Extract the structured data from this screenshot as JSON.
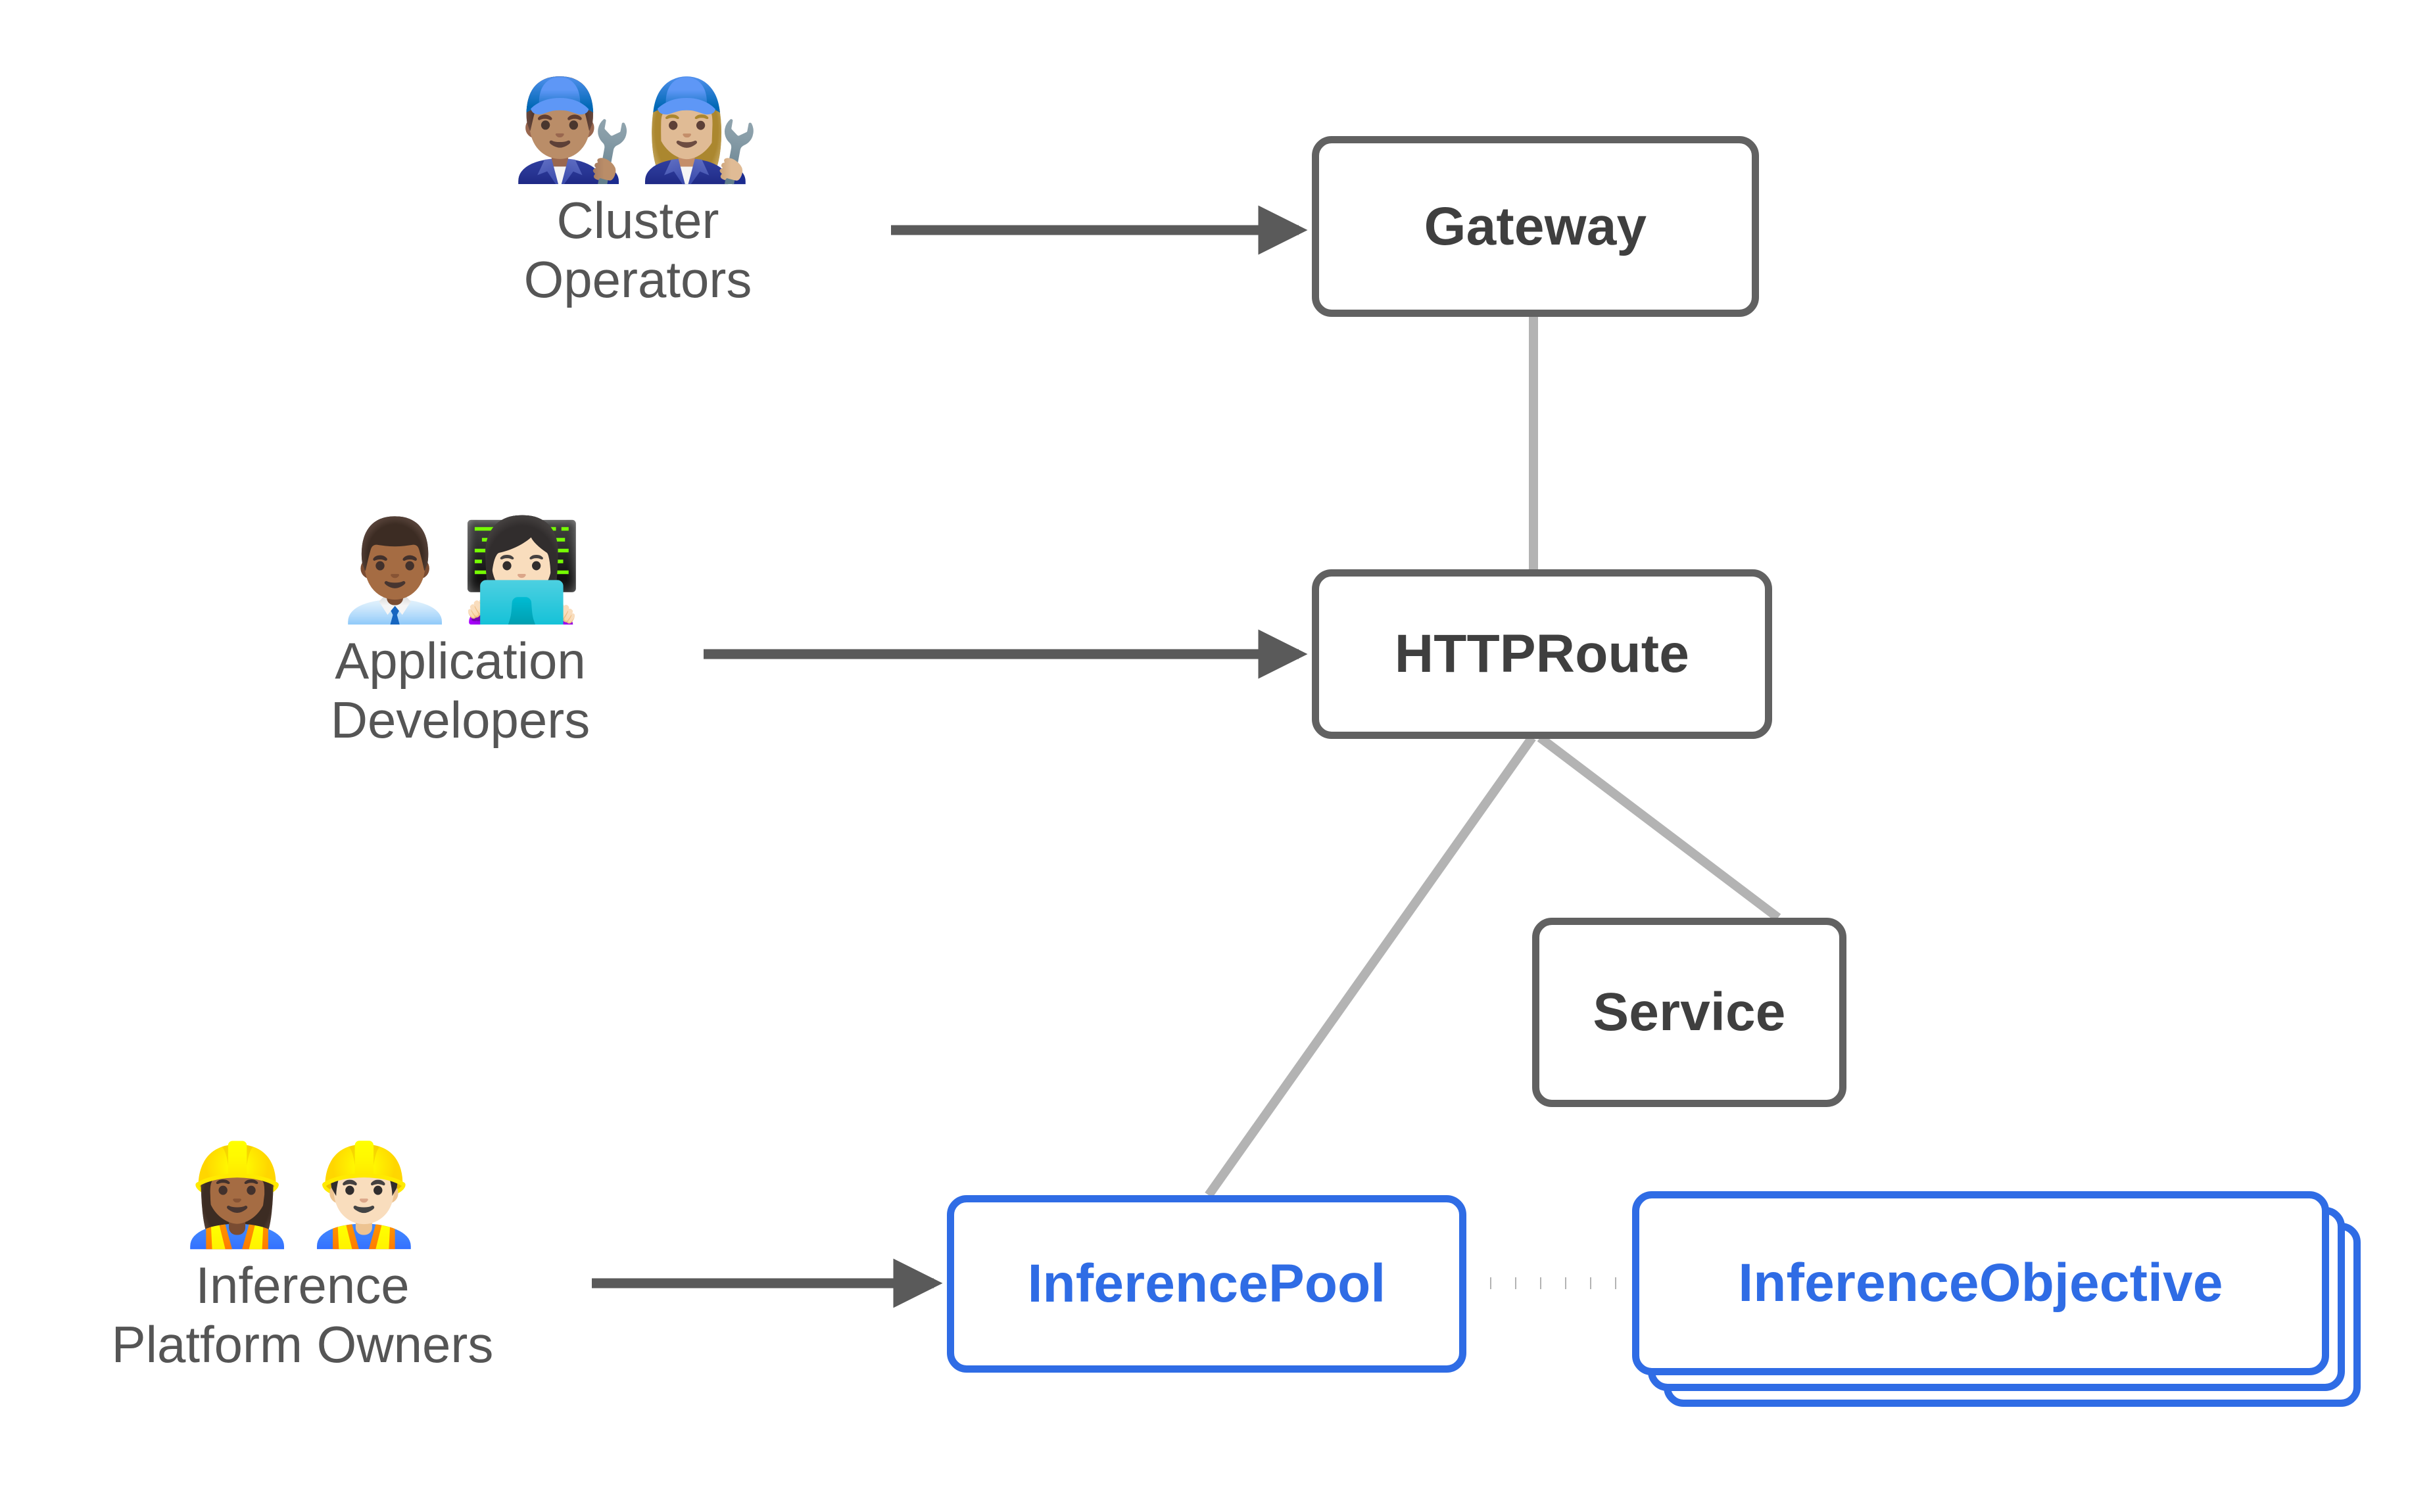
{
  "diagram": {
    "title": "Gateway API Inference Extension resource model",
    "background_color": "#ffffff",
    "colors": {
      "node_gray_border": "#616161",
      "node_gray_text": "#3f3f3f",
      "node_blue": "#2f6ce5",
      "arrow_gray": "#5a5a5a",
      "link_gray": "#b3b3b3",
      "caption_gray": "#555555"
    }
  },
  "actors": [
    {
      "id": "cluster-operators",
      "emoji": "👨🏽‍🔧👩🏼‍🔧",
      "emoji_names": [
        "man-mechanic-icon",
        "woman-mechanic-icon"
      ],
      "caption": "Cluster\nOperators"
    },
    {
      "id": "application-developers",
      "emoji": "👨🏾‍💼👩🏻‍💻",
      "emoji_names": [
        "man-office-worker-icon",
        "woman-technologist-icon"
      ],
      "caption": "Application\nDevelopers"
    },
    {
      "id": "inference-platform-owners",
      "emoji": "👷🏾‍♀️👷🏻‍♂️",
      "emoji_names": [
        "woman-construction-worker-icon",
        "man-construction-worker-icon"
      ],
      "caption": "Inference\nPlatform Owners"
    }
  ],
  "nodes": [
    {
      "id": "gateway",
      "label": "Gateway",
      "style": "gray"
    },
    {
      "id": "httproute",
      "label": "HTTPRoute",
      "style": "gray"
    },
    {
      "id": "service",
      "label": "Service",
      "style": "gray"
    },
    {
      "id": "inferencepool",
      "label": "InferencePool",
      "style": "blue"
    },
    {
      "id": "inferenceobjective",
      "label": "InferenceObjective",
      "style": "blue",
      "stacked": true,
      "stack_count": 3
    }
  ],
  "edges": [
    {
      "id": "cluster-operators-to-gateway",
      "from": "cluster-operators",
      "to": "gateway",
      "kind": "arrow"
    },
    {
      "id": "application-developers-to-httproute",
      "from": "application-developers",
      "to": "httproute",
      "kind": "arrow"
    },
    {
      "id": "inference-platform-owners-to-pool",
      "from": "inference-platform-owners",
      "to": "inferencepool",
      "kind": "arrow"
    },
    {
      "id": "gateway-to-httproute",
      "from": "gateway",
      "to": "httproute",
      "kind": "line"
    },
    {
      "id": "httproute-to-service",
      "from": "httproute",
      "to": "service",
      "kind": "line"
    },
    {
      "id": "httproute-to-inferencepool",
      "from": "httproute",
      "to": "inferencepool",
      "kind": "line"
    },
    {
      "id": "inferencepool-to-inferenceobjective",
      "from": "inferencepool",
      "to": "inferenceobjective",
      "kind": "dotted"
    }
  ]
}
